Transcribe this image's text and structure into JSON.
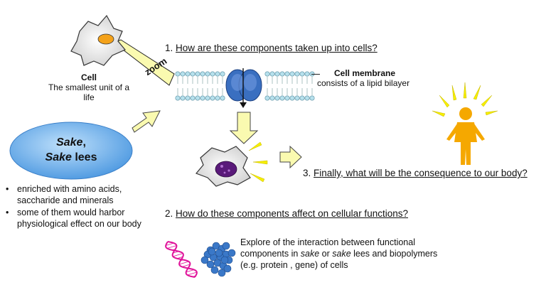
{
  "cell": {
    "title": "Cell",
    "subtitle": "The smallest unit of a life"
  },
  "zoom_label": "zoom",
  "membrane": {
    "title": "Cell membrane",
    "subtitle": "consists of a lipid bilayer"
  },
  "q1": {
    "num": "1.",
    "text": "How are these  components taken  up into cells?"
  },
  "q2": {
    "num": "2.",
    "text": "How do these components affect on cellular functions?"
  },
  "q3": {
    "num": "3.",
    "text": "Finally, what will be the consequence to our body?"
  },
  "sake": {
    "line1_italic": "Sake",
    "line1_suffix": ",",
    "line2_italic": "Sake",
    "line2_suffix": " lees"
  },
  "bullets": [
    "enriched with amino acids, saccharide and minerals",
    "some of them would harbor physiological effect on our body"
  ],
  "explore": {
    "line1": "Explore of the interaction between functional",
    "line2_a": "components in ",
    "line2_i1": "sake",
    "line2_b": " or ",
    "line2_i2": "sake",
    "line2_c": " lees and biopolymers",
    "line3": "(e.g. protein , gene)  of cells"
  },
  "colors": {
    "ellipse": "#5aa4e6",
    "arrow_fill": "#fafab0",
    "person": "#f5a800",
    "burst": "#f5ee00",
    "dna": "#e0129a",
    "protein": "#3a78c8",
    "channel": "#3c6ec0",
    "bilayer": "#b6e0ec"
  }
}
